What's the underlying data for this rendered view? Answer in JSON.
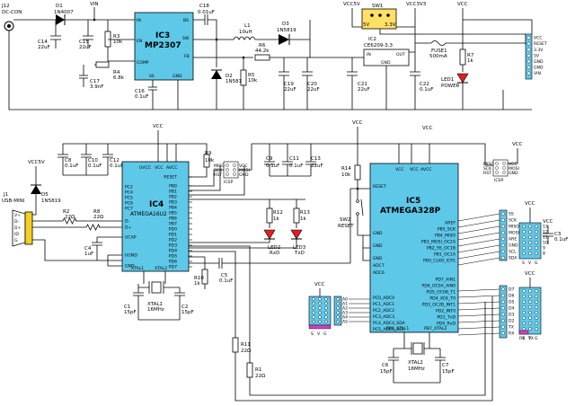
{
  "parts": {
    "j12": {
      "ref": "J12",
      "name": "DC-CON"
    },
    "d1": {
      "ref": "D1",
      "value": "1N4007"
    },
    "vin": "VIN",
    "c14": {
      "ref": "C14",
      "value": "22uF"
    },
    "c15": {
      "ref": "C15",
      "value": "22uF"
    },
    "r3": {
      "ref": "R3",
      "value": "10k"
    },
    "r4": {
      "ref": "R4",
      "value": "6.8k"
    },
    "c17": {
      "ref": "C17",
      "value": "3.9nF"
    },
    "ic3": {
      "ref": "IC3",
      "name": "MP2307",
      "pins": [
        "IN",
        "EN",
        "COMP",
        "SS",
        "GND",
        "BS",
        "SW",
        "FB"
      ]
    },
    "c16": {
      "ref": "C16",
      "value": "0.1uF"
    },
    "c18": {
      "ref": "C18",
      "value": "0.01uF"
    },
    "l1": {
      "ref": "L1",
      "value": "10uH"
    },
    "d3": {
      "ref": "D3",
      "value": "1N5819"
    },
    "d2": {
      "ref": "D2",
      "value": "1N5819"
    },
    "r6": {
      "ref": "R6",
      "value": "44.2k"
    },
    "r5": {
      "ref": "R5",
      "value": "10k"
    },
    "c19": {
      "ref": "C19",
      "value": "22uF"
    },
    "c20": {
      "ref": "C20",
      "value": "22uF"
    },
    "vcc5v": "VCC5V",
    "sw1": {
      "ref": "SW1",
      "a": "5V",
      "b": "3.3V"
    },
    "vcc3v3": "VCC3V3",
    "vcc": "VCC",
    "ic2": {
      "ref": "IC2",
      "name": "CE6209-3.3",
      "pins": [
        "IN",
        "OUT",
        "GND"
      ]
    },
    "c21": {
      "ref": "C21",
      "value": "22uF"
    },
    "c22": {
      "ref": "C22",
      "value": "0.1uF"
    },
    "fuse1": {
      "ref": "FUSE1",
      "value": "500mA"
    },
    "r7": {
      "ref": "R7",
      "value": "1k"
    },
    "led1": {
      "ref": "LED1",
      "name": "POWER"
    },
    "pwr_hdr": [
      "VCC",
      "RESET",
      "3.3V",
      "5V",
      "GND",
      "GND",
      "VIN"
    ],
    "c8": {
      "ref": "C8",
      "value": "0.1uF"
    },
    "c10": {
      "ref": "C10",
      "value": "0.1uF"
    },
    "c12": {
      "ref": "C12",
      "value": "0.1uF"
    },
    "r9": {
      "ref": "R9",
      "value": "10k"
    },
    "icsp1": {
      "pins": [
        "MISO",
        "SCK",
        "RST",
        "VCC",
        "MOSI",
        "GND"
      ],
      "name": "ICSP"
    },
    "vcc5v_usb": "VCC5V",
    "d5": {
      "ref": "D5",
      "value": "1N5819"
    },
    "j1": {
      "ref": "J1",
      "name": "USB-MINI",
      "pins": [
        "V+",
        "D-",
        "D+",
        "ID",
        "G"
      ]
    },
    "r2": {
      "ref": "R2",
      "value": "22Ω"
    },
    "r8": {
      "ref": "R8",
      "value": "22Ω"
    },
    "c4": {
      "ref": "C4",
      "value": "1uF"
    },
    "ic4": {
      "ref": "IC4",
      "name": "ATMEGA16U2",
      "top_pins": [
        "UVCC",
        "VCC",
        "AVCC"
      ],
      "left_pins": [
        "PC2",
        "PC4",
        "PC5",
        "PC6",
        "PC7",
        "D-",
        "D+",
        "UCAP",
        "UGND",
        "GND"
      ],
      "right_pins": [
        "RESET",
        "PB0",
        "PB1",
        "PB2",
        "PB3",
        "PB4",
        "PB5",
        "PB6",
        "PB7",
        "PD0",
        "PD1",
        "PD2",
        "PD3",
        "PD4",
        "PD5",
        "PD6",
        "PD7"
      ],
      "bottom_pins": [
        "XTAL1",
        "XTAL2"
      ]
    },
    "c1": {
      "ref": "C1",
      "value": "15pF"
    },
    "c2": {
      "ref": "C2",
      "value": "15pF"
    },
    "xtal1": {
      "ref": "XTAL1",
      "value": "16MHz"
    },
    "r12": {
      "ref": "R12",
      "value": "1k"
    },
    "r13": {
      "ref": "R13",
      "value": "1k"
    },
    "led2": {
      "ref": "LED2",
      "name": "RxD"
    },
    "led3": {
      "ref": "LED3",
      "name": "TxD"
    },
    "c5": {
      "ref": "C5",
      "value": "0.1uF"
    },
    "r10": {
      "ref": "R10",
      "value": "1k"
    },
    "r11": {
      "ref": "R11",
      "value": "22Ω"
    },
    "r1": {
      "ref": "R1",
      "value": "22Ω"
    },
    "c9": {
      "ref": "C9",
      "value": "0.1uF"
    },
    "c11": {
      "ref": "C11",
      "value": "0.1uF"
    },
    "c13": {
      "ref": "C13",
      "value": "22uF"
    },
    "r14": {
      "ref": "R14",
      "value": "10k"
    },
    "sw2": {
      "ref": "SW2",
      "name": "RESET"
    },
    "ic5": {
      "ref": "IC5",
      "name": "ATMEGA328P",
      "top_pins": [
        "VCC",
        "VCC",
        "AVCC"
      ],
      "left_pins": [
        "RESET",
        "GND",
        "GND",
        "GND",
        "ADC7",
        "ADC6",
        "PC0_ADC0",
        "PC1_ADC1",
        "PC2_ADC2",
        "PC3_ADC3",
        "PC4_ADC4_SDA",
        "PC5_ADC5_SCL"
      ],
      "right_pins": [
        "AREF",
        "PB5_SCK",
        "PB4_MISO",
        "PB3_MOSI_OC2A",
        "PB2_SS_OC1B",
        "PB1_OC1A",
        "PB0_CLKO_ICP1",
        "PD7_AIN1",
        "PD6_OC0A_AIN0",
        "PD5_OC0B_T1",
        "PD4_XCK_T0",
        "PD3_OC2B_INT1",
        "PD2_INT0",
        "PD1_TxD",
        "PD0_RxD"
      ],
      "bottom_pins": [
        "PB6_XTAL1",
        "PB7_XTAL2"
      ]
    },
    "c6": {
      "ref": "C6",
      "value": "15pF"
    },
    "c7": {
      "ref": "C7",
      "value": "15pF"
    },
    "xtal2": {
      "ref": "XTAL2",
      "value": "16MHz"
    },
    "c3": {
      "ref": "C3",
      "value": "0.1uF"
    },
    "icsp2": {
      "pins": [
        "MISO",
        "SCK",
        "RST",
        "VCC",
        "MOSI",
        "GND"
      ],
      "name": "ICSP"
    },
    "hdr_b": [
      "SS",
      "SCK",
      "MISO",
      "MOSI",
      "ARE",
      "GND",
      "SCL",
      "SDA"
    ],
    "hdr_d": [
      "D7",
      "D6",
      "D5",
      "D4",
      "D3",
      "D2",
      "TX",
      "RX"
    ],
    "hdr_a": [
      "A0",
      "A1",
      "A2",
      "A3",
      "A4",
      "A5"
    ],
    "hdr_pins_b": [
      "13",
      "12",
      "11",
      "10",
      "9",
      "8"
    ],
    "hdr_labels": {
      "s": "S",
      "v": "V",
      "g": "G",
      "rx": "RX",
      "tx": "TX"
    },
    "gnd": "GND"
  }
}
